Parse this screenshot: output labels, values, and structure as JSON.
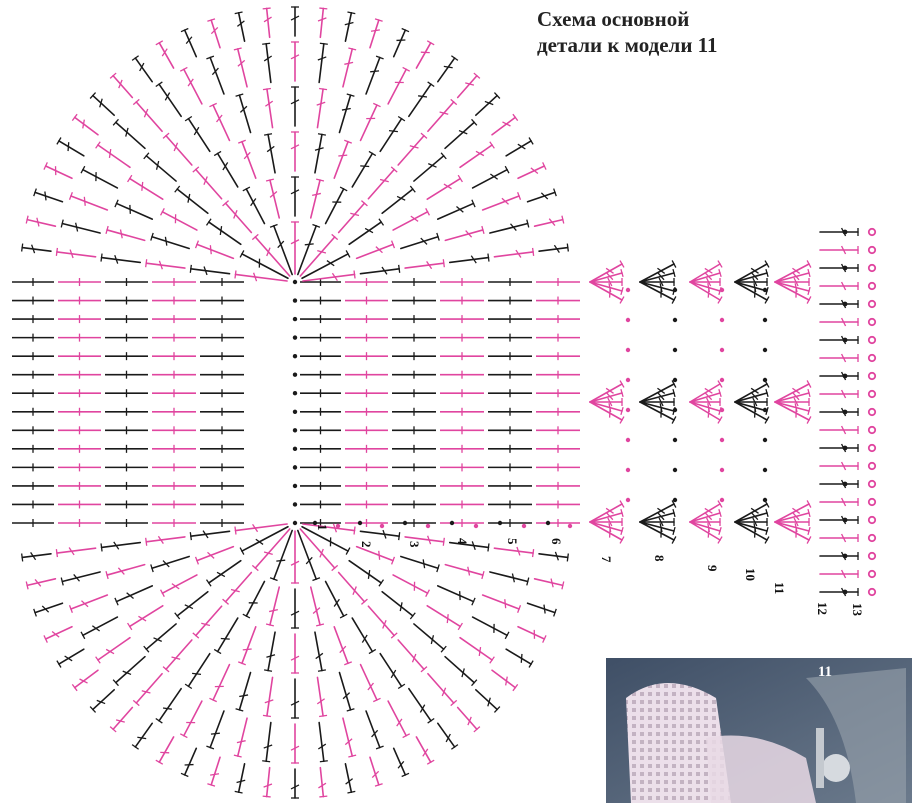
{
  "title_lines": [
    "Схема основной",
    "детали к модели 11"
  ],
  "row_numbers": [
    "1",
    "2",
    "3",
    "4",
    "5",
    "6",
    "7",
    "8",
    "9",
    "10",
    "11",
    "12",
    "13"
  ],
  "photo_label": "11",
  "colors": {
    "stitch_black": "#1a1a1a",
    "stitch_pink": "#e0459f",
    "chain_dot": "#1a1a1a",
    "chain_dot_pink": "#e0459f",
    "paper": "#ffffff",
    "photo_bg": "#4a5a6e",
    "photo_yarn": "#f3e4ef"
  },
  "icons": {
    "double_crochet": "cross-stroke-stitch-icon",
    "chain": "dot-chain-icon",
    "picot": "ring-picot-icon"
  }
}
